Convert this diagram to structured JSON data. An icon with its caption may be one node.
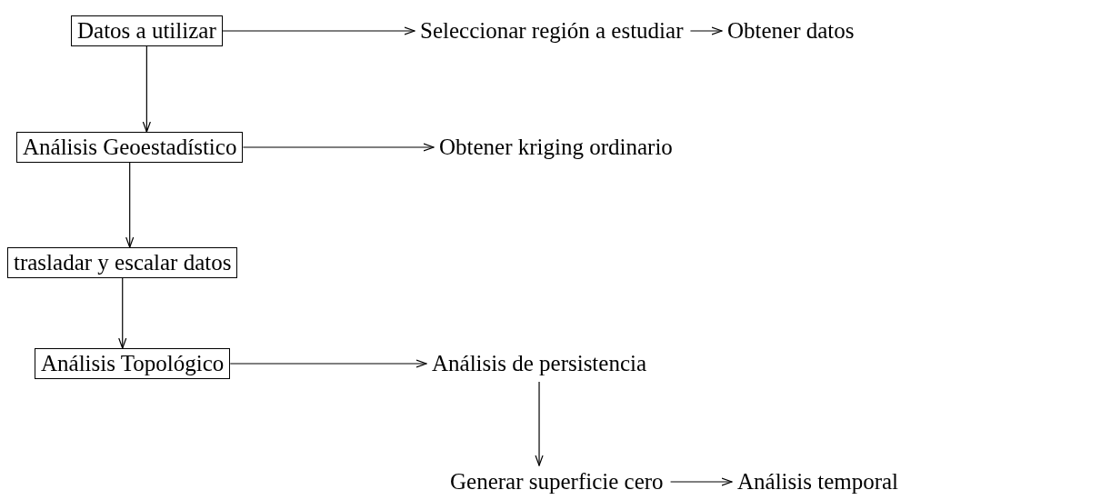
{
  "diagram": {
    "nodes": [
      {
        "text": [
          "Datos a utilizar"
        ]
      },
      {
        "text": [
          "Seleccionar región a estudiar"
        ]
      },
      {
        "text": [
          "Obtener datos"
        ]
      },
      {
        "text": [
          "Análisis Geoestadístico"
        ]
      },
      {
        "text": [
          "Obtener kriging ordinario"
        ]
      },
      {
        "text": [
          "trasladar y escalar datos"
        ]
      },
      {
        "text": [
          "Análisis Topológico"
        ]
      },
      {
        "text": [
          "Análisis de persistencia"
        ]
      },
      {
        "text": [
          "Generar superficie cero"
        ]
      },
      {
        "text": [
          "Análisis temporal"
        ]
      }
    ],
    "edges": [
      {
        "from": 0,
        "to": 1,
        "arrow": "to"
      },
      {
        "from": 1,
        "to": 2,
        "arrow": "to"
      },
      {
        "from": 0,
        "to": 3,
        "arrow": "to"
      },
      {
        "from": 3,
        "to": 4,
        "arrow": "to"
      },
      {
        "from": 3,
        "to": 5,
        "arrow": "to"
      },
      {
        "from": 5,
        "to": 6,
        "arrow": "to"
      },
      {
        "from": 6,
        "to": 7,
        "arrow": "to"
      },
      {
        "from": 7,
        "to": 8,
        "arrow": "to"
      },
      {
        "from": 8,
        "to": 9,
        "arrow": "to"
      }
    ]
  }
}
